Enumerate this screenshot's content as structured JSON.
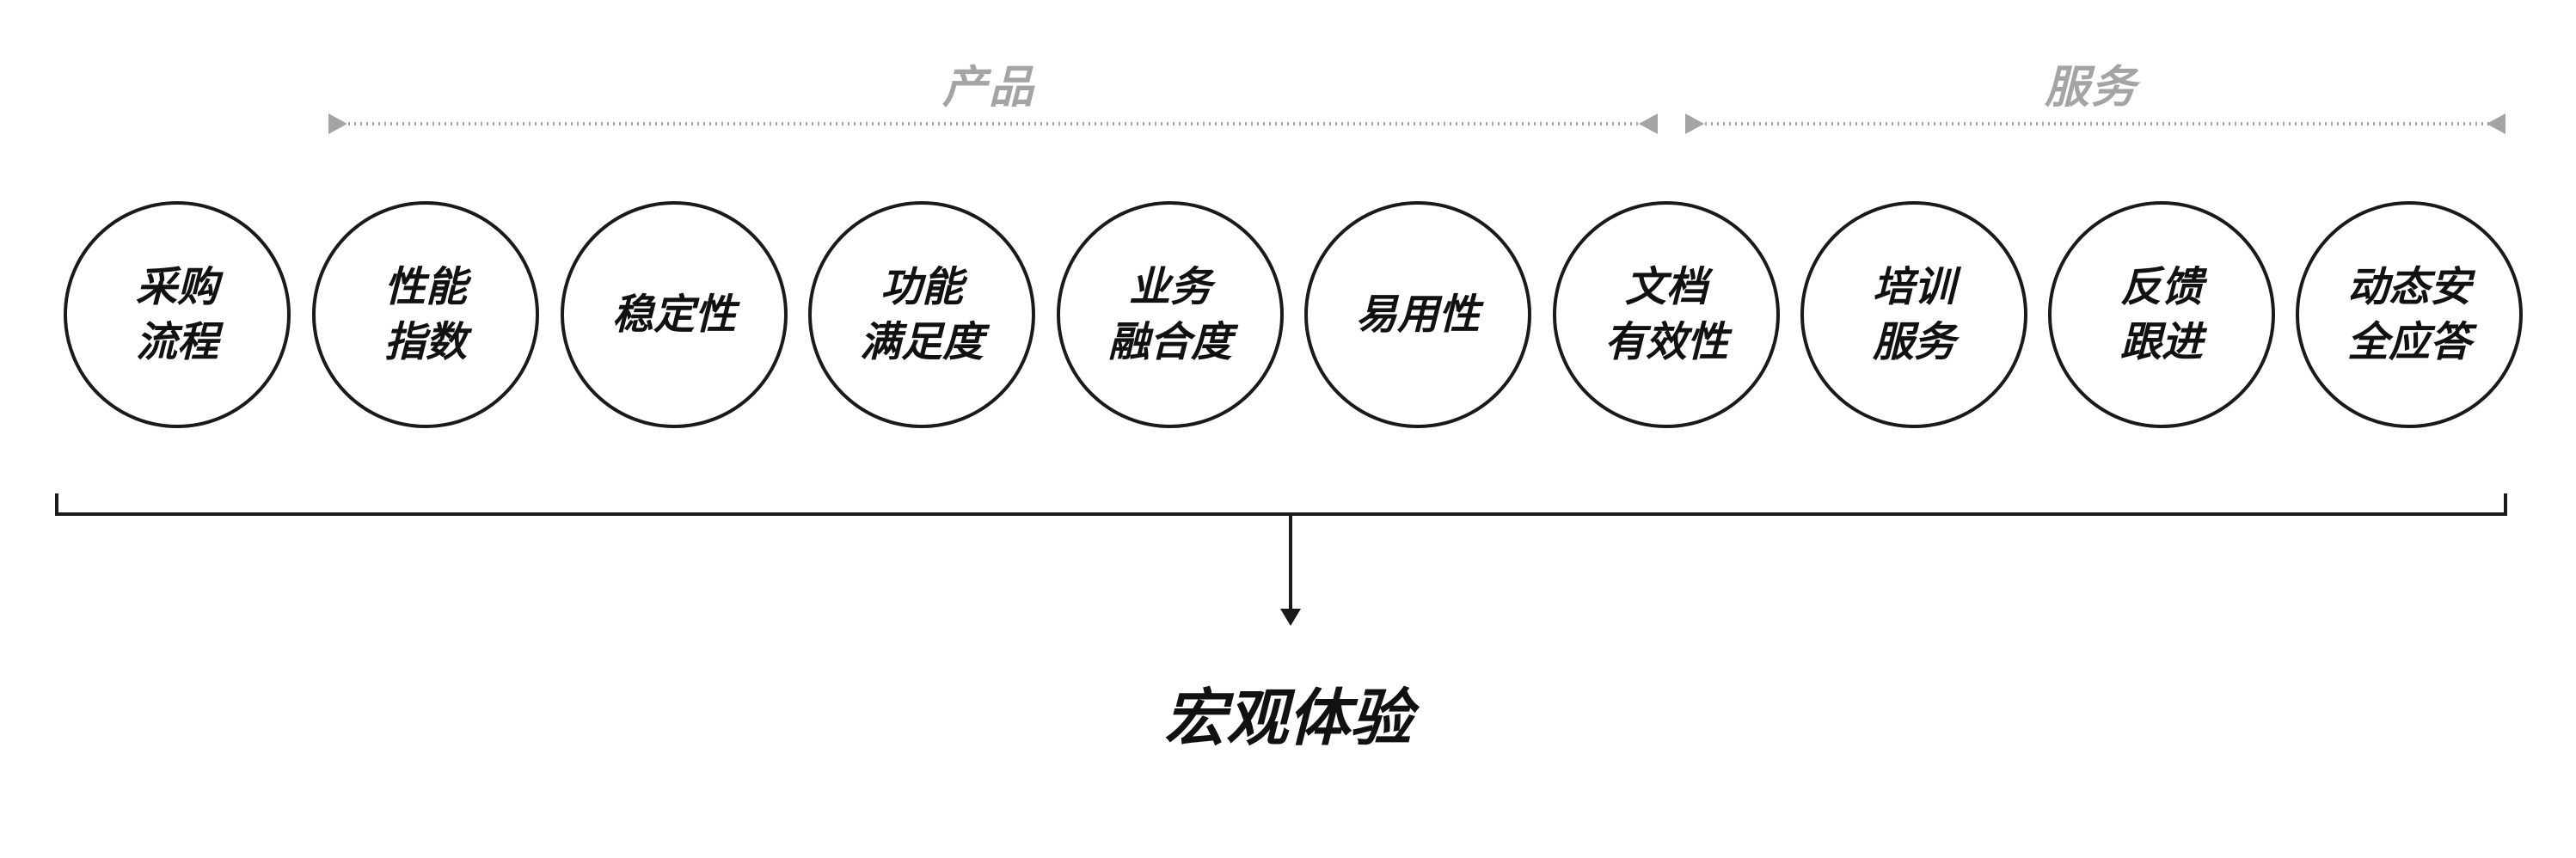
{
  "groups": {
    "product": {
      "label": "产品"
    },
    "service": {
      "label": "服务"
    }
  },
  "items": [
    {
      "lines": [
        "采购",
        "流程"
      ]
    },
    {
      "lines": [
        "性能",
        "指数"
      ]
    },
    {
      "lines": [
        "稳定性"
      ]
    },
    {
      "lines": [
        "功能",
        "满足度"
      ]
    },
    {
      "lines": [
        "业务",
        "融合度"
      ]
    },
    {
      "lines": [
        "易用性"
      ]
    },
    {
      "lines": [
        "文档",
        "有效性"
      ]
    },
    {
      "lines": [
        "培训",
        "服务"
      ]
    },
    {
      "lines": [
        "反馈",
        "跟进"
      ]
    },
    {
      "lines": [
        "动态安",
        "全应答"
      ]
    }
  ],
  "result": {
    "label": "宏观体验"
  },
  "colors": {
    "stroke": "#1a1a1a",
    "muted": "#a4a4a4",
    "text": "#111111"
  }
}
